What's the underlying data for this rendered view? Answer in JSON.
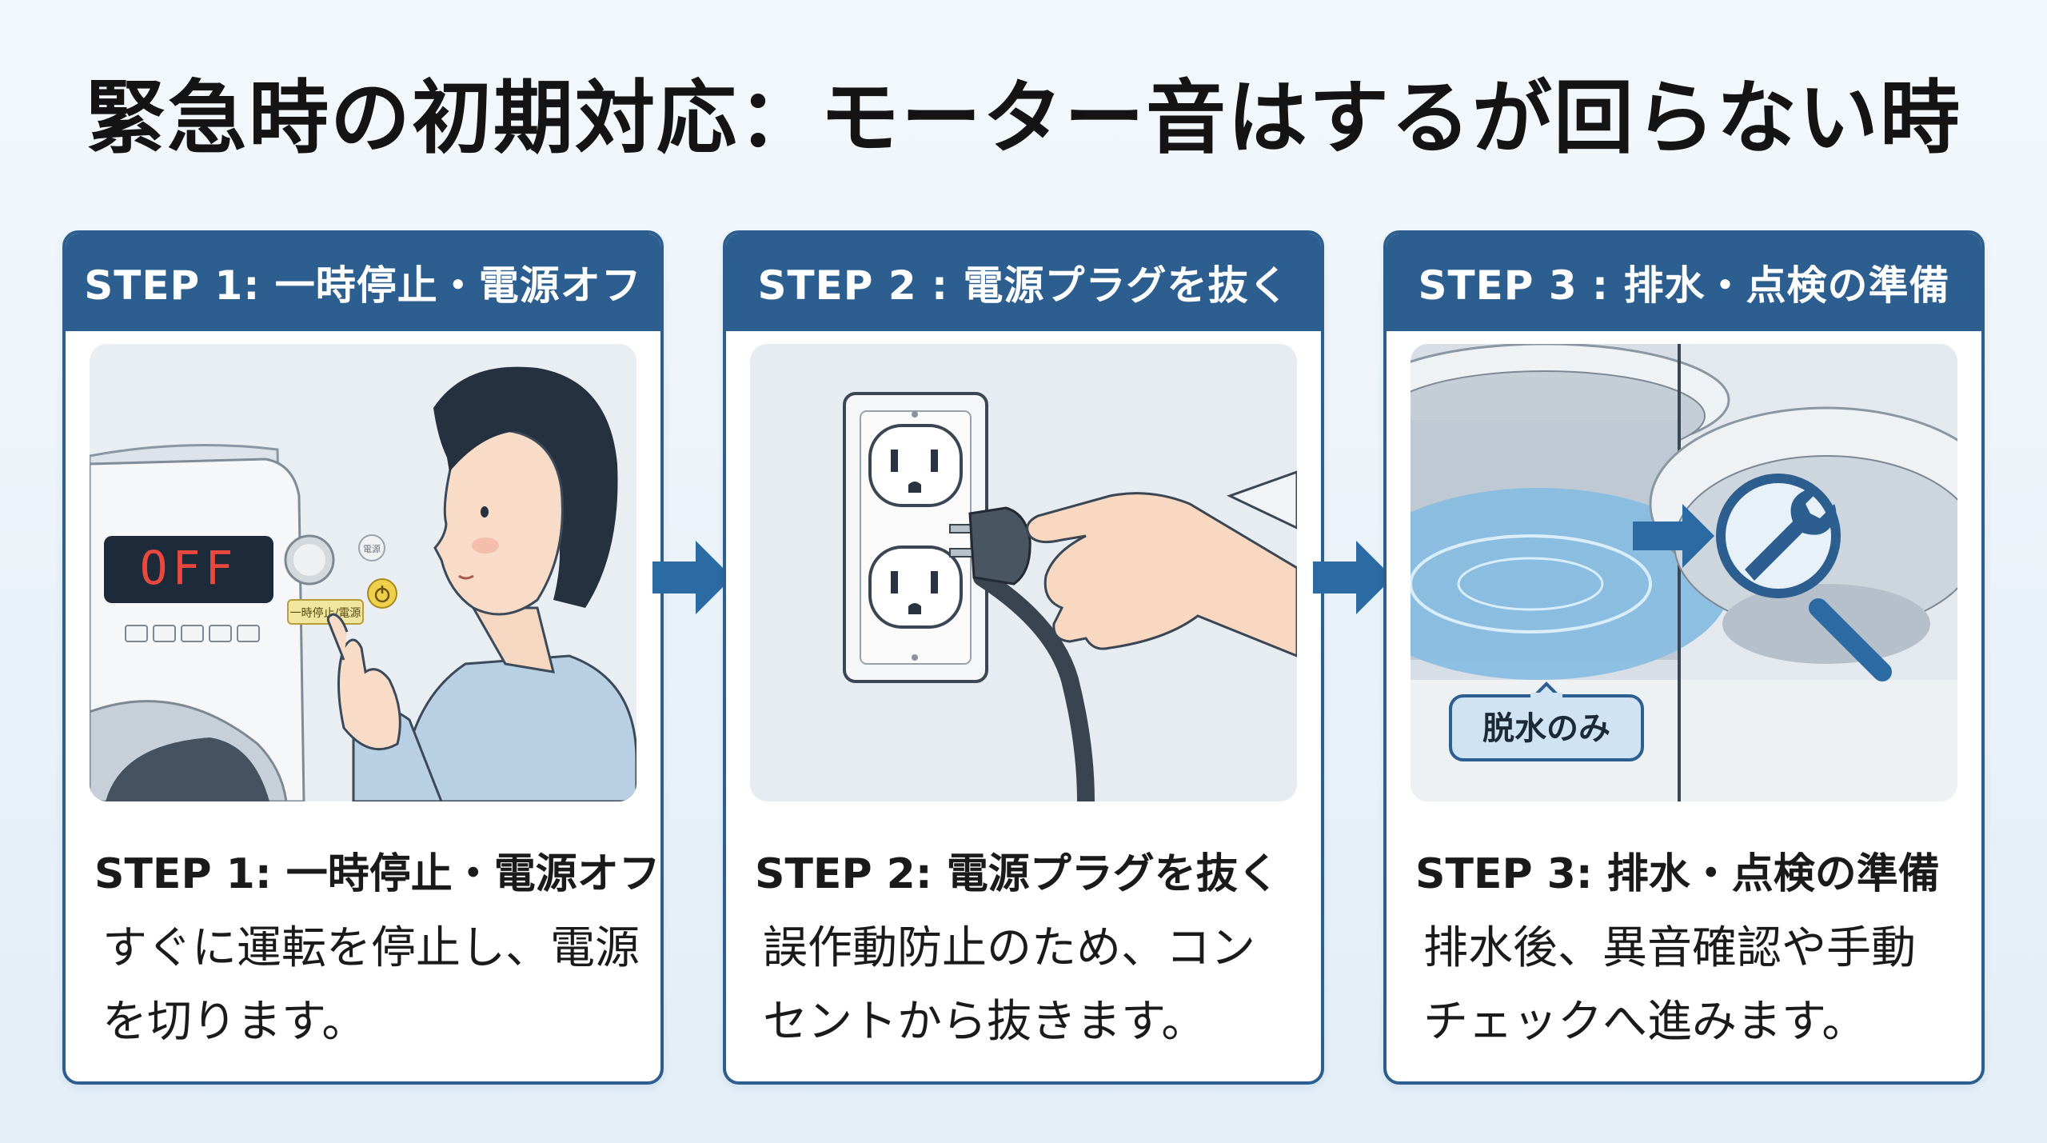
{
  "title": "緊急時の初期対応：モーター音はするが回らない時",
  "steps": [
    {
      "header": "STEP 1: 一時停止・電源オフ",
      "subtitle": "STEP 1: 一時停止・電源オフ",
      "description_lines": [
        "すぐに運転を停止し、電源",
        "を切ります。"
      ],
      "display_text": "OFF",
      "button_label": "一時停止/電源",
      "panel_label": "電源"
    },
    {
      "header": "STEP 2 : 電源プラグを抜く",
      "subtitle": "STEP 2: 電源プラグを抜く",
      "description_lines": [
        "誤作動防止のため、コン",
        "セントから抜きます。"
      ]
    },
    {
      "header": "STEP 3 : 排水・点検の準備",
      "subtitle": "STEP 3: 排水・点検の準備",
      "description_lines": [
        "排水後、異音確認や手動",
        "チェックへ進みます。"
      ],
      "callout": "脱水のみ"
    }
  ],
  "colors": {
    "header_bg": "#2c5e8f",
    "arrow": "#2c6aa3",
    "display_text": "#e9483f"
  },
  "icons": [
    "right-arrow-icon",
    "power-icon",
    "wrench-icon",
    "magnifier-icon",
    "plug-icon",
    "outlet-icon"
  ]
}
